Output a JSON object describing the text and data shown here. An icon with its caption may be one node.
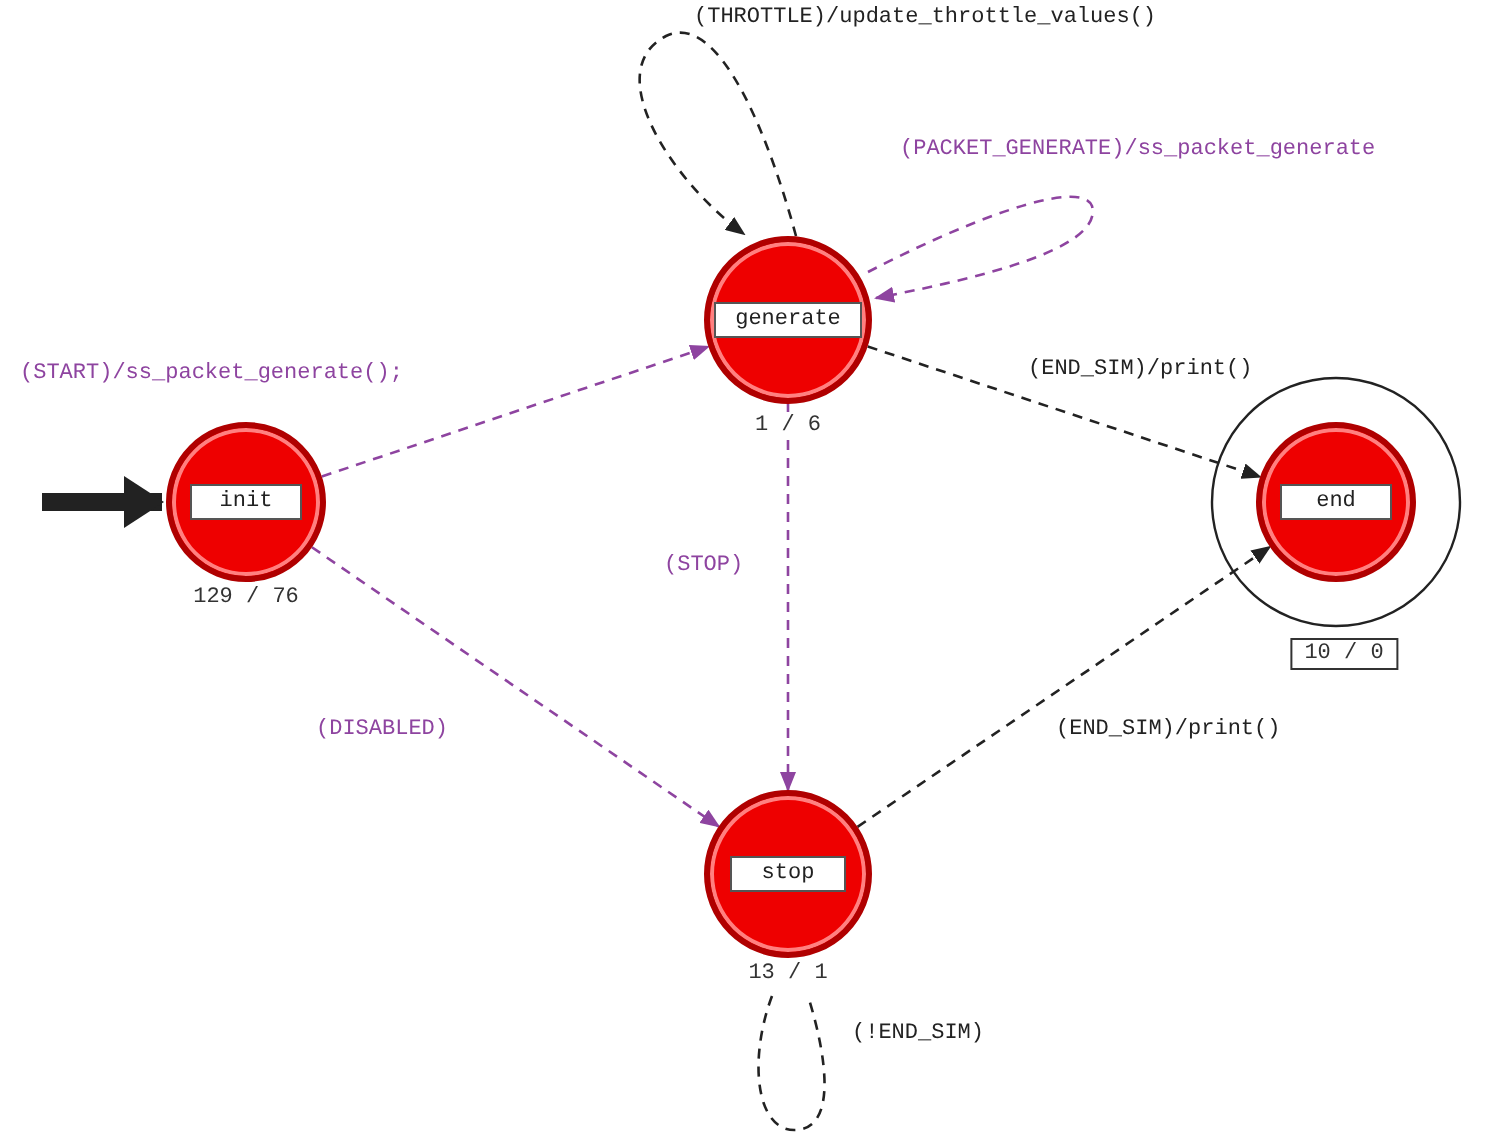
{
  "diagram": {
    "nodes": [
      {
        "text": [
          "init"
        ],
        "beside": [
          "129 / 76"
        ]
      },
      {
        "text": [
          "generate"
        ],
        "beside": [
          "1 / 6"
        ]
      },
      {
        "text": [
          "end"
        ],
        "beside": [
          "10 / 0"
        ]
      },
      {
        "text": [
          "stop"
        ],
        "beside": [
          "13 / 1"
        ]
      }
    ],
    "edges": [
      {
        "from": null,
        "to": 0,
        "arrow": "to",
        "style": "thick"
      },
      {
        "from": 0,
        "to": 1,
        "arrow": "to",
        "label": "(START)/ss_packet_generate();",
        "style": "dashed",
        "color": "#8e44a0"
      },
      {
        "from": 1,
        "to": 1,
        "arrow": "to",
        "label": "(THROTTLE)/update_throttle_values()",
        "style": "dashed"
      },
      {
        "from": 1,
        "to": 1,
        "arrow": "to",
        "label": "(PACKET_GENERATE)/ss_packet_generate",
        "style": "dashed",
        "color": "#8e44a0"
      },
      {
        "from": 1,
        "to": 2,
        "arrow": "to",
        "label": "(END_SIM)/print()",
        "style": "dashed"
      },
      {
        "from": 1,
        "to": 3,
        "arrow": "to",
        "label": "(STOP)",
        "style": "dashed",
        "color": "#8e44a0"
      },
      {
        "from": 0,
        "to": 3,
        "arrow": "to",
        "label": "(DISABLED)",
        "style": "dashed",
        "color": "#8e44a0"
      },
      {
        "from": 3,
        "to": 2,
        "arrow": "to",
        "label": "(END_SIM)/print()",
        "style": "dashed"
      },
      {
        "from": 3,
        "to": 3,
        "arrow": "none",
        "label": "(!END_SIM)",
        "style": "dashed"
      }
    ]
  }
}
